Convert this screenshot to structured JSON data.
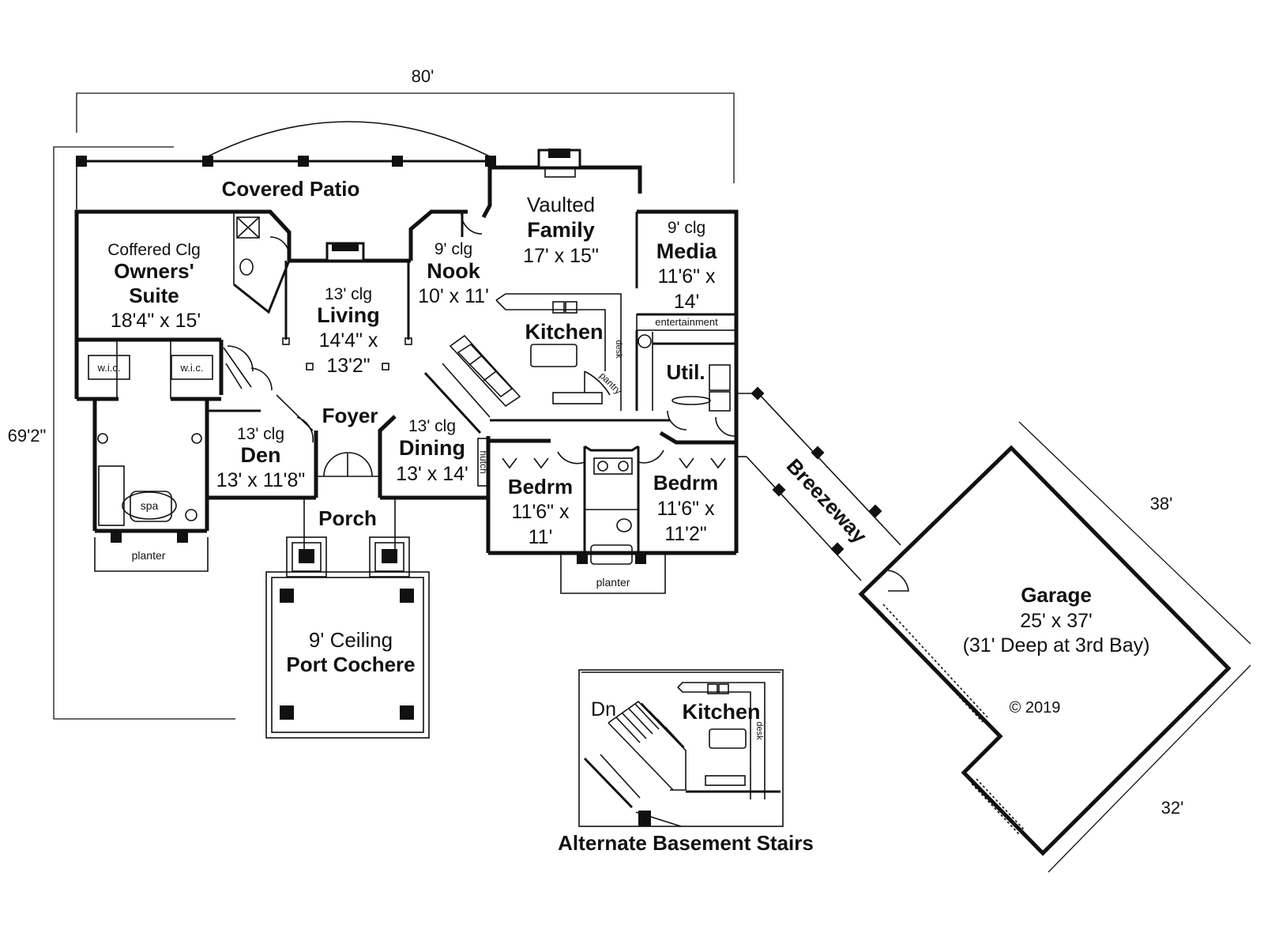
{
  "dimensions": {
    "width_top": "80'",
    "depth_left": "69'2\"",
    "garage_side_a": "38'",
    "garage_side_b": "32'"
  },
  "rooms": {
    "covered_patio": "Covered Patio",
    "owners_suite": {
      "ceiling": "Coffered Clg",
      "name_line1": "Owners'",
      "name_line2": "Suite",
      "size": "18'4\" x 15'"
    },
    "wic_left": "w.i.c.",
    "wic_right": "w.i.c.",
    "spa": "spa",
    "planter_left": "planter",
    "living": {
      "ceiling": "13' clg",
      "name": "Living",
      "size_line1": "14'4\" x",
      "size_line2": "13'2\""
    },
    "nook": {
      "ceiling": "9' clg",
      "name": "Nook",
      "size": "10' x 11'"
    },
    "family": {
      "line1": "Vaulted",
      "name": "Family",
      "size": "17' x 15\""
    },
    "media": {
      "ceiling": "9' clg",
      "name": "Media",
      "size_line1": "11'6\" x",
      "size_line2": "14'"
    },
    "entertainment": "entertainment",
    "kitchen": {
      "name": "Kitchen",
      "pantry": "pantry",
      "desk": "desk"
    },
    "util": "Util.",
    "foyer": "Foyer",
    "den": {
      "ceiling": "13' clg",
      "name": "Den",
      "size": "13' x 11'8\""
    },
    "dining": {
      "ceiling": "13' clg",
      "name": "Dining",
      "size": "13' x 14'",
      "hutch": "hutch"
    },
    "porch": "Porch",
    "port_cochere": {
      "line1": "9' Ceiling",
      "name": "Port Cochere"
    },
    "bedrm_left": {
      "name": "Bedrm",
      "size_line1": "11'6\" x",
      "size_line2": "11'"
    },
    "bedrm_right": {
      "name": "Bedrm",
      "size_line1": "11'6\" x",
      "size_line2": "11'2\""
    },
    "planter_bath": "planter",
    "breezeway": "Breezeway",
    "garage": {
      "name": "Garage",
      "size": "25' x 37'",
      "note": "(31' Deep at 3rd Bay)"
    },
    "copyright": "© 2019"
  },
  "alternate": {
    "dn": "Dn",
    "kitchen": "Kitchen",
    "desk": "desk",
    "caption": "Alternate Basement Stairs"
  }
}
